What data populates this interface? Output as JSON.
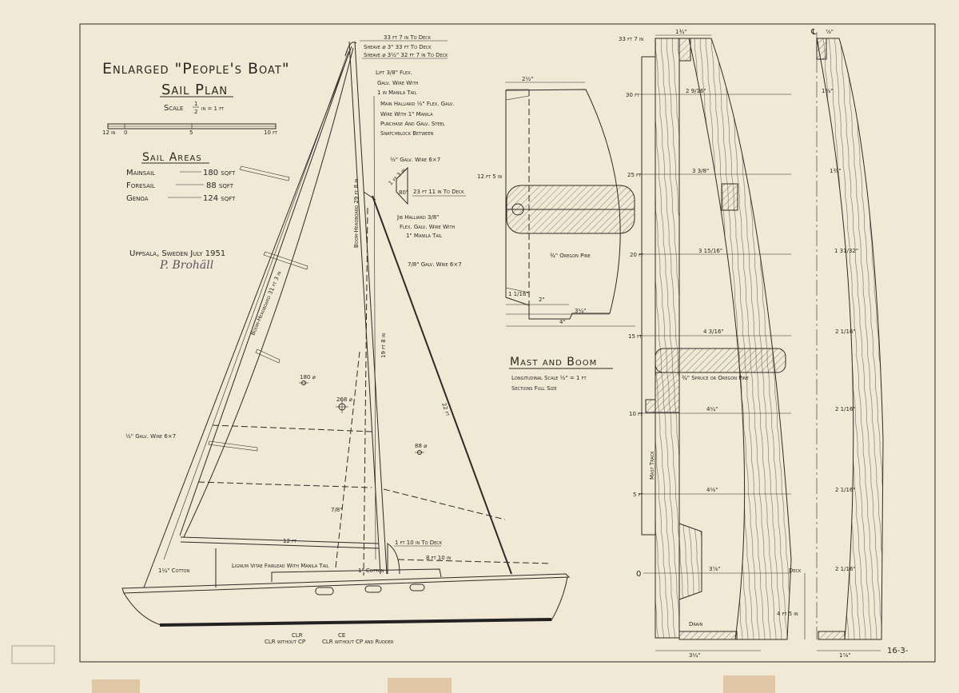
{
  "title": "Enlarged \"People's Boat\"",
  "subtitle": "Sail Plan",
  "scale": {
    "prefix": "Scale",
    "num": "1",
    "den": "2",
    "suffix": "in = 1 ft"
  },
  "scale_bar": {
    "left": "12 in",
    "zero": "0",
    "mid": "5",
    "right": "10 ft"
  },
  "sail_areas": {
    "heading": "Sail Areas",
    "items": [
      {
        "name": "Mainsail",
        "area": "180 sqft"
      },
      {
        "name": "Foresail",
        "area": "88 sqft"
      },
      {
        "name": "Genoa",
        "area": "124 sqft"
      }
    ]
  },
  "place_date": "Uppsala, Sweden  July 1951",
  "signature": "P. Brohäll",
  "rigging": {
    "masthead": "33 ft 7 in To Deck",
    "sheave1": "Sheave ⌀ 3\"   33 ft To Deck",
    "sheave2": "Sheave ⌀ 3½\"  32 ft 7 in To Deck",
    "lift": [
      "Lift 3/8\" Flex.",
      "Galv. Wire With",
      "1 in Manila Tail"
    ],
    "main_halliard": [
      "Main Halliard ½\" Flex. Galv.",
      "Wire With 1\" Manila",
      "Purchase And Galv. Steel",
      "Snatchblock Between"
    ],
    "upper_shroud": "½\" Galv. Wire 6×7",
    "spreader_len": "1 ft 3 in",
    "spreader_angle": "80°",
    "spreader_height": "23 ft 11 in To Deck",
    "jib_halliard": [
      "Jib Halliard 3/8\"",
      "Flex. Galv. Wire With",
      "1\" Manila Tail"
    ],
    "forestay": "7/8\" Galv. Wire 6×7",
    "luff_main": "Boom-Headboard 29 ft 8 in",
    "luff_genoa": "Boom-Headboard 31 ft 3 in",
    "jib_luff": "19 ft 8 in",
    "stay_len": "22 ft",
    "ce_main": "180 ⌀",
    "ce_total": "268 ⌀",
    "ce_fore": "88 ⌀",
    "lower_shroud": "½\" Galv. Wire 6×7",
    "sheet": "7/8\"",
    "boom_len": "12 ft",
    "boom_height": "1 ft 10 in To Deck",
    "foot_len": "8 ft 10 in",
    "fairlead": "Lignum Vitae Fairlead With Manila Tail",
    "cotton1": "1\" Cotton",
    "cotton2": "1¼\" Cotton",
    "clr": "CLR",
    "clr_wo_cp": "CLR without CP",
    "ce": "CE",
    "clr_wo_cp_rudder": "CLR without CP and Rudder"
  },
  "section": {
    "width_top": "2½\"",
    "height": "12 ft 5 in",
    "material": "¾\" Oregon Pine",
    "d1": "1 1/16\"",
    "d2": "2\"",
    "d3": "3¼\"",
    "d4": "4\""
  },
  "mast_boom": {
    "title": "Mast and Boom",
    "scale": "Longitudinal Scale ½\" = 1 ft",
    "sections": "Sections Full Size"
  },
  "mast": {
    "stations": [
      "33 ft 7 in",
      "30 ft",
      "25 ft",
      "20 ft",
      "15 ft",
      "10 ft",
      "5 ft",
      "0"
    ],
    "widths": [
      "1¾\"",
      "2 9/16\"",
      "3 3/8\"",
      "3 15/16\"",
      "4 3/16\"",
      "4¼\"",
      "4⅛\"",
      "3⅞\""
    ],
    "bottom": "3¼\"",
    "material": "¾\" Spruce or Oregon Pine",
    "track": "Mast Track",
    "deck": "Deck",
    "below_deck": "4 ft 5 in",
    "drain": "Drain"
  },
  "boom": {
    "centerline": "℄",
    "widths": [
      "⅞\"",
      "1⅝\"",
      "1¾\"",
      "1 31/32\"",
      "2 1/16\"",
      "2 1/16\"",
      "2 1/16\"",
      "2 1/16\""
    ],
    "bottom": "1⅞\""
  },
  "sheet_number": "16-3-"
}
